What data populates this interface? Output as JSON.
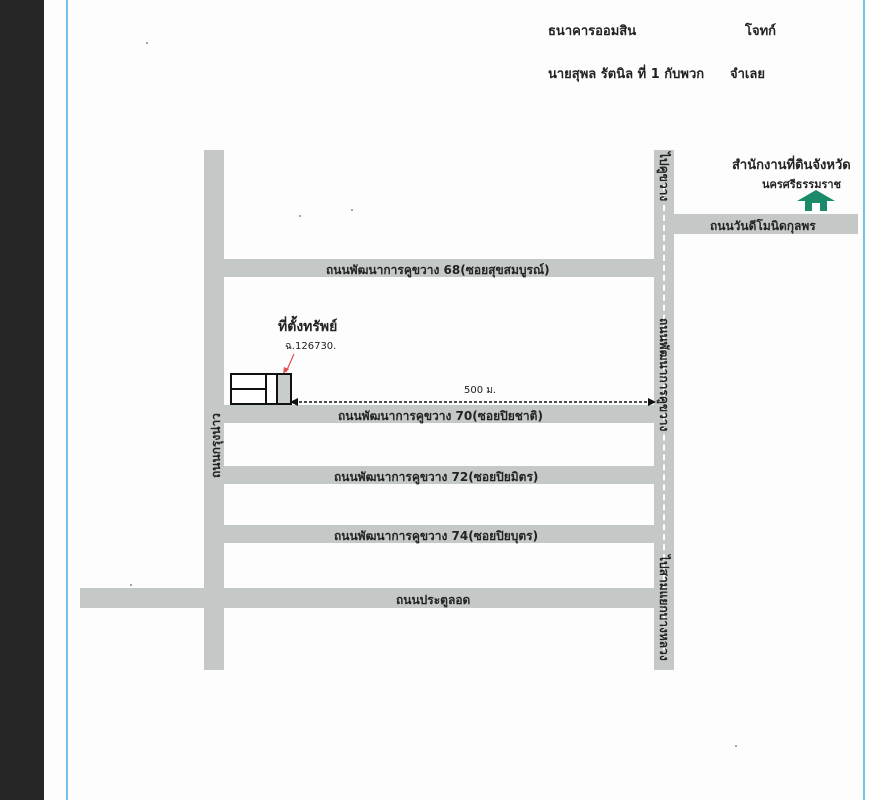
{
  "header": {
    "bank": "ธนาคารออมสิน",
    "party_role": "โจทก์",
    "defendant": "นายสุพล รัตนิล ที่ 1 กับพวก",
    "defendant_role": "จำเลย"
  },
  "landmark": {
    "office_line1": "สำนักงานที่ดินจังหวัด",
    "office_line2": "นครศรีธรรมราช"
  },
  "property": {
    "title": "ที่ตั้งทรัพย์",
    "deed": "ฉ.126730.",
    "distance": "500 ม."
  },
  "roads": {
    "wanmotit": "ถนนวันดีโมนิดกุลพร",
    "soi68": "ถนนพัฒนาการคูขวาง 68(ซอยสุขสมบูรณ์)",
    "soi70": "ถนนพัฒนาการคูขวาง 70(ซอยปิยชาติ)",
    "soi72": "ถนนพัฒนาการคูขวาง 72(ซอยปิยมิตร)",
    "soi74": "ถนนพัฒนาการคูขวาง 74(ซอยปิยบุตร)",
    "pratuloed": "ถนนประตูลอด",
    "left_vertical": "ถนนกรุงน่าว",
    "right_vertical": "ถนนพัฒนาการคูขวาง",
    "to_kukwang": "ไปคูขวาง",
    "to_samyaek": "ไปสามแยกบางหลวง"
  },
  "colors": {
    "road": "#c4c8c6",
    "frame": "#6fc3e6",
    "office_icon": "#1b8a6b",
    "marker_arrow": "#e05050"
  }
}
